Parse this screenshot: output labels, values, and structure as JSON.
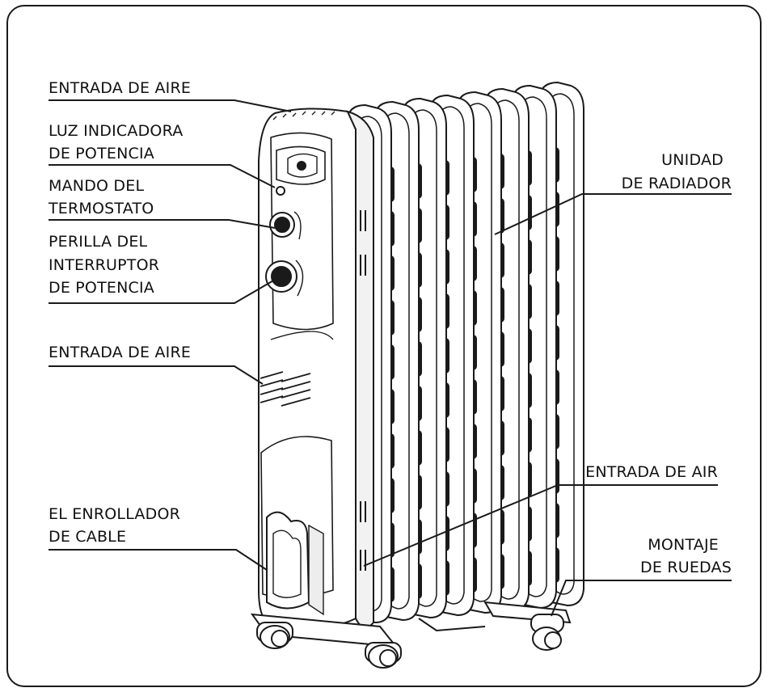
{
  "labels": {
    "air_inlet_top": "ENTRADA DE AIRE",
    "power_light_1": "LUZ INDICADORA",
    "power_light_2": "DE POTENCIA",
    "thermostat_1": "MANDO DEL",
    "thermostat_2": "TERMOSTATO",
    "power_switch_1": "PERILLA DEL",
    "power_switch_2": "INTERRUPTOR",
    "power_switch_3": "DE POTENCIA",
    "air_inlet_mid": "ENTRADA DE AIRE",
    "cord_wrap_1": "EL ENROLLADOR",
    "cord_wrap_2": "DE CABLE",
    "radiator_unit_1": "UNIDAD",
    "radiator_unit_2": "DE RADIADOR",
    "air_inlet_bottom": "ENTRADA DE AIR",
    "wheels_1": "MONTAJE",
    "wheels_2": "DE RUEDAS"
  }
}
